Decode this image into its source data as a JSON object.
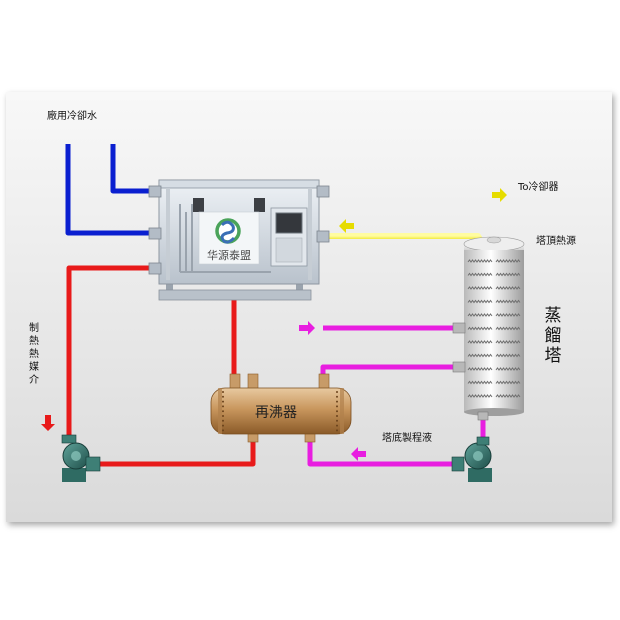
{
  "labels": {
    "plant_cooling_water": "廠用冷卻水",
    "to_cooler": "To冷卻器",
    "tower_top_heat": "塔頂熱源",
    "tower_title": "蒸餾塔",
    "heating_medium": "制熱熱媒介",
    "tower_bottom_liquid": "塔底製程液",
    "reboiler": "再沸器",
    "brand": "华源泰盟"
  },
  "colors": {
    "cooling_water": "#0a1fd0",
    "heating_medium": "#e81a1a",
    "tower_overhead": "#ece400",
    "process_liquid": "#e81ee0",
    "background_top": "#f7f7f7",
    "background_bottom": "#dcdcdc"
  },
  "icons": [
    "arrow-right-icon",
    "arrow-left-icon",
    "arrow-down-icon",
    "pump-icon",
    "logo-icon"
  ]
}
